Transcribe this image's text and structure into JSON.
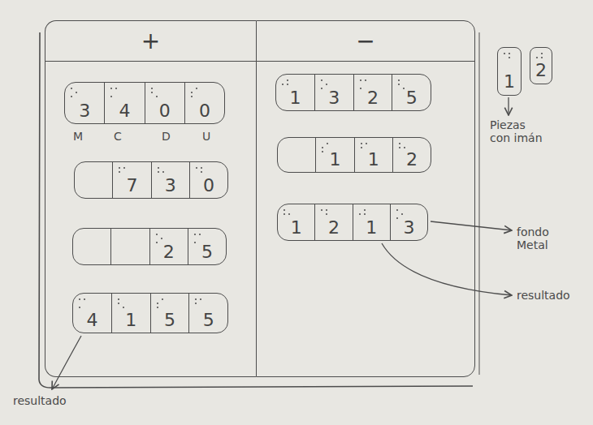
{
  "diagram": {
    "nodes": [
      {
        "text": [
          "+"
        ]
      },
      {
        "text": [
          "3",
          "4",
          "0",
          "0"
        ],
        "in": 0
      },
      {
        "text": [
          "7",
          "3",
          "0"
        ],
        "in": 0
      },
      {
        "text": [
          "2",
          "5"
        ],
        "in": 0
      },
      {
        "text": [
          "4",
          "1",
          "5",
          "5"
        ],
        "in": 0
      },
      {
        "text": [
          "−"
        ]
      },
      {
        "text": [
          "1",
          "3",
          "2",
          "5"
        ],
        "in": 5
      },
      {
        "text": [
          "1",
          "1",
          "2"
        ],
        "in": 5
      },
      {
        "text": [
          "1",
          "2",
          "1",
          "3"
        ],
        "in": 5
      },
      {
        "text": [
          "1"
        ]
      },
      {
        "text": [
          "2"
        ]
      }
    ],
    "labels": [
      "M",
      "C",
      "D",
      "U",
      "Piezas con imán",
      "fondo Metal",
      "resultado",
      "resultado"
    ]
  }
}
